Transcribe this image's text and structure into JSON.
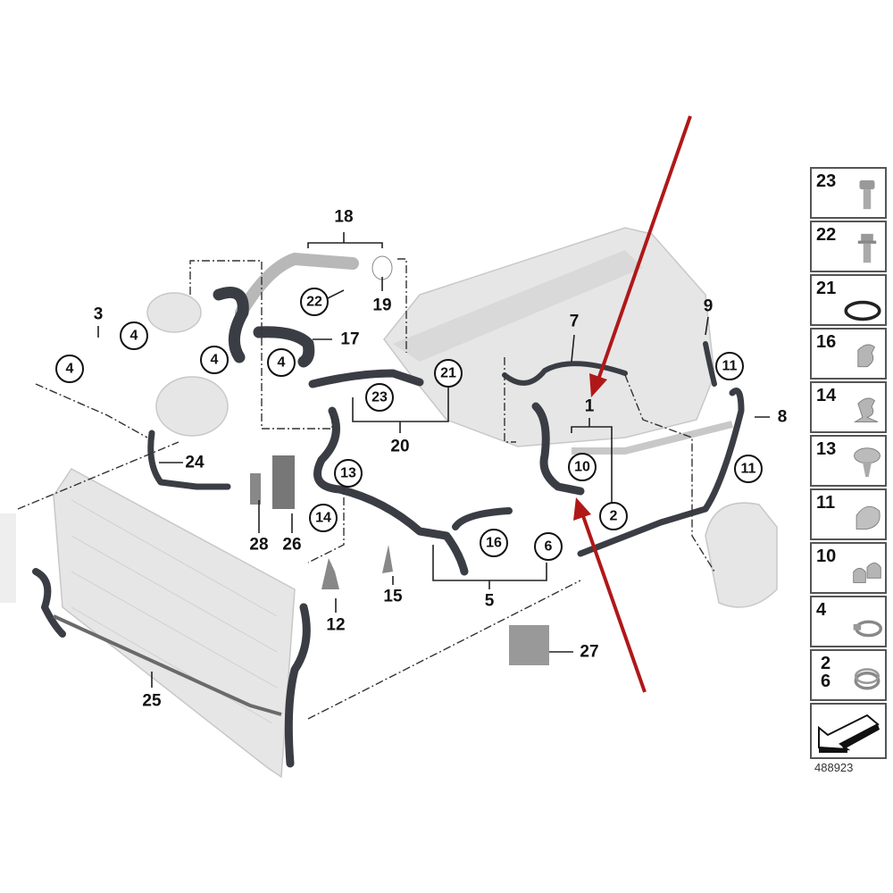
{
  "diagram": {
    "callouts": [
      {
        "text": "18",
        "circled": false
      },
      {
        "text": "22",
        "circled": true
      },
      {
        "text": "19",
        "circled": false
      },
      {
        "text": "3",
        "circled": false
      },
      {
        "text": "4",
        "circled": true
      },
      {
        "text": "4",
        "circled": true
      },
      {
        "text": "4",
        "circled": true
      },
      {
        "text": "4",
        "circled": true
      },
      {
        "text": "17",
        "circled": false
      },
      {
        "text": "21",
        "circled": true
      },
      {
        "text": "23",
        "circled": true
      },
      {
        "text": "20",
        "circled": false
      },
      {
        "text": "7",
        "circled": false
      },
      {
        "text": "9",
        "circled": false
      },
      {
        "text": "11",
        "circled": true
      },
      {
        "text": "1",
        "circled": false
      },
      {
        "text": "8",
        "circled": false
      },
      {
        "text": "10",
        "circled": true
      },
      {
        "text": "11",
        "circled": true
      },
      {
        "text": "24",
        "circled": false
      },
      {
        "text": "13",
        "circled": true
      },
      {
        "text": "14",
        "circled": true
      },
      {
        "text": "28",
        "circled": false
      },
      {
        "text": "26",
        "circled": false
      },
      {
        "text": "16",
        "circled": true
      },
      {
        "text": "6",
        "circled": true
      },
      {
        "text": "2",
        "circled": true
      },
      {
        "text": "5",
        "circled": false
      },
      {
        "text": "15",
        "circled": false
      },
      {
        "text": "12",
        "circled": false
      },
      {
        "text": "27",
        "circled": false
      },
      {
        "text": "25",
        "circled": false
      }
    ],
    "arrow_color": "#b01818"
  },
  "legend": {
    "items": [
      {
        "num": "23",
        "icon": "bolt-icon"
      },
      {
        "num": "22",
        "icon": "flange-bolt-icon"
      },
      {
        "num": "21",
        "icon": "o-ring-icon"
      },
      {
        "num": "16",
        "icon": "hose-clip-icon"
      },
      {
        "num": "14",
        "icon": "hose-clip-icon"
      },
      {
        "num": "13",
        "icon": "push-rivet-icon"
      },
      {
        "num": "11",
        "icon": "hose-clip-icon"
      },
      {
        "num": "10",
        "icon": "double-clip-icon"
      },
      {
        "num": "4",
        "icon": "hose-clamp-icon"
      },
      {
        "num": "2\n6",
        "icon": "spring-clamp-icon"
      }
    ],
    "direction_icon": "front-direction-arrow-icon",
    "reference_number": "488923"
  }
}
